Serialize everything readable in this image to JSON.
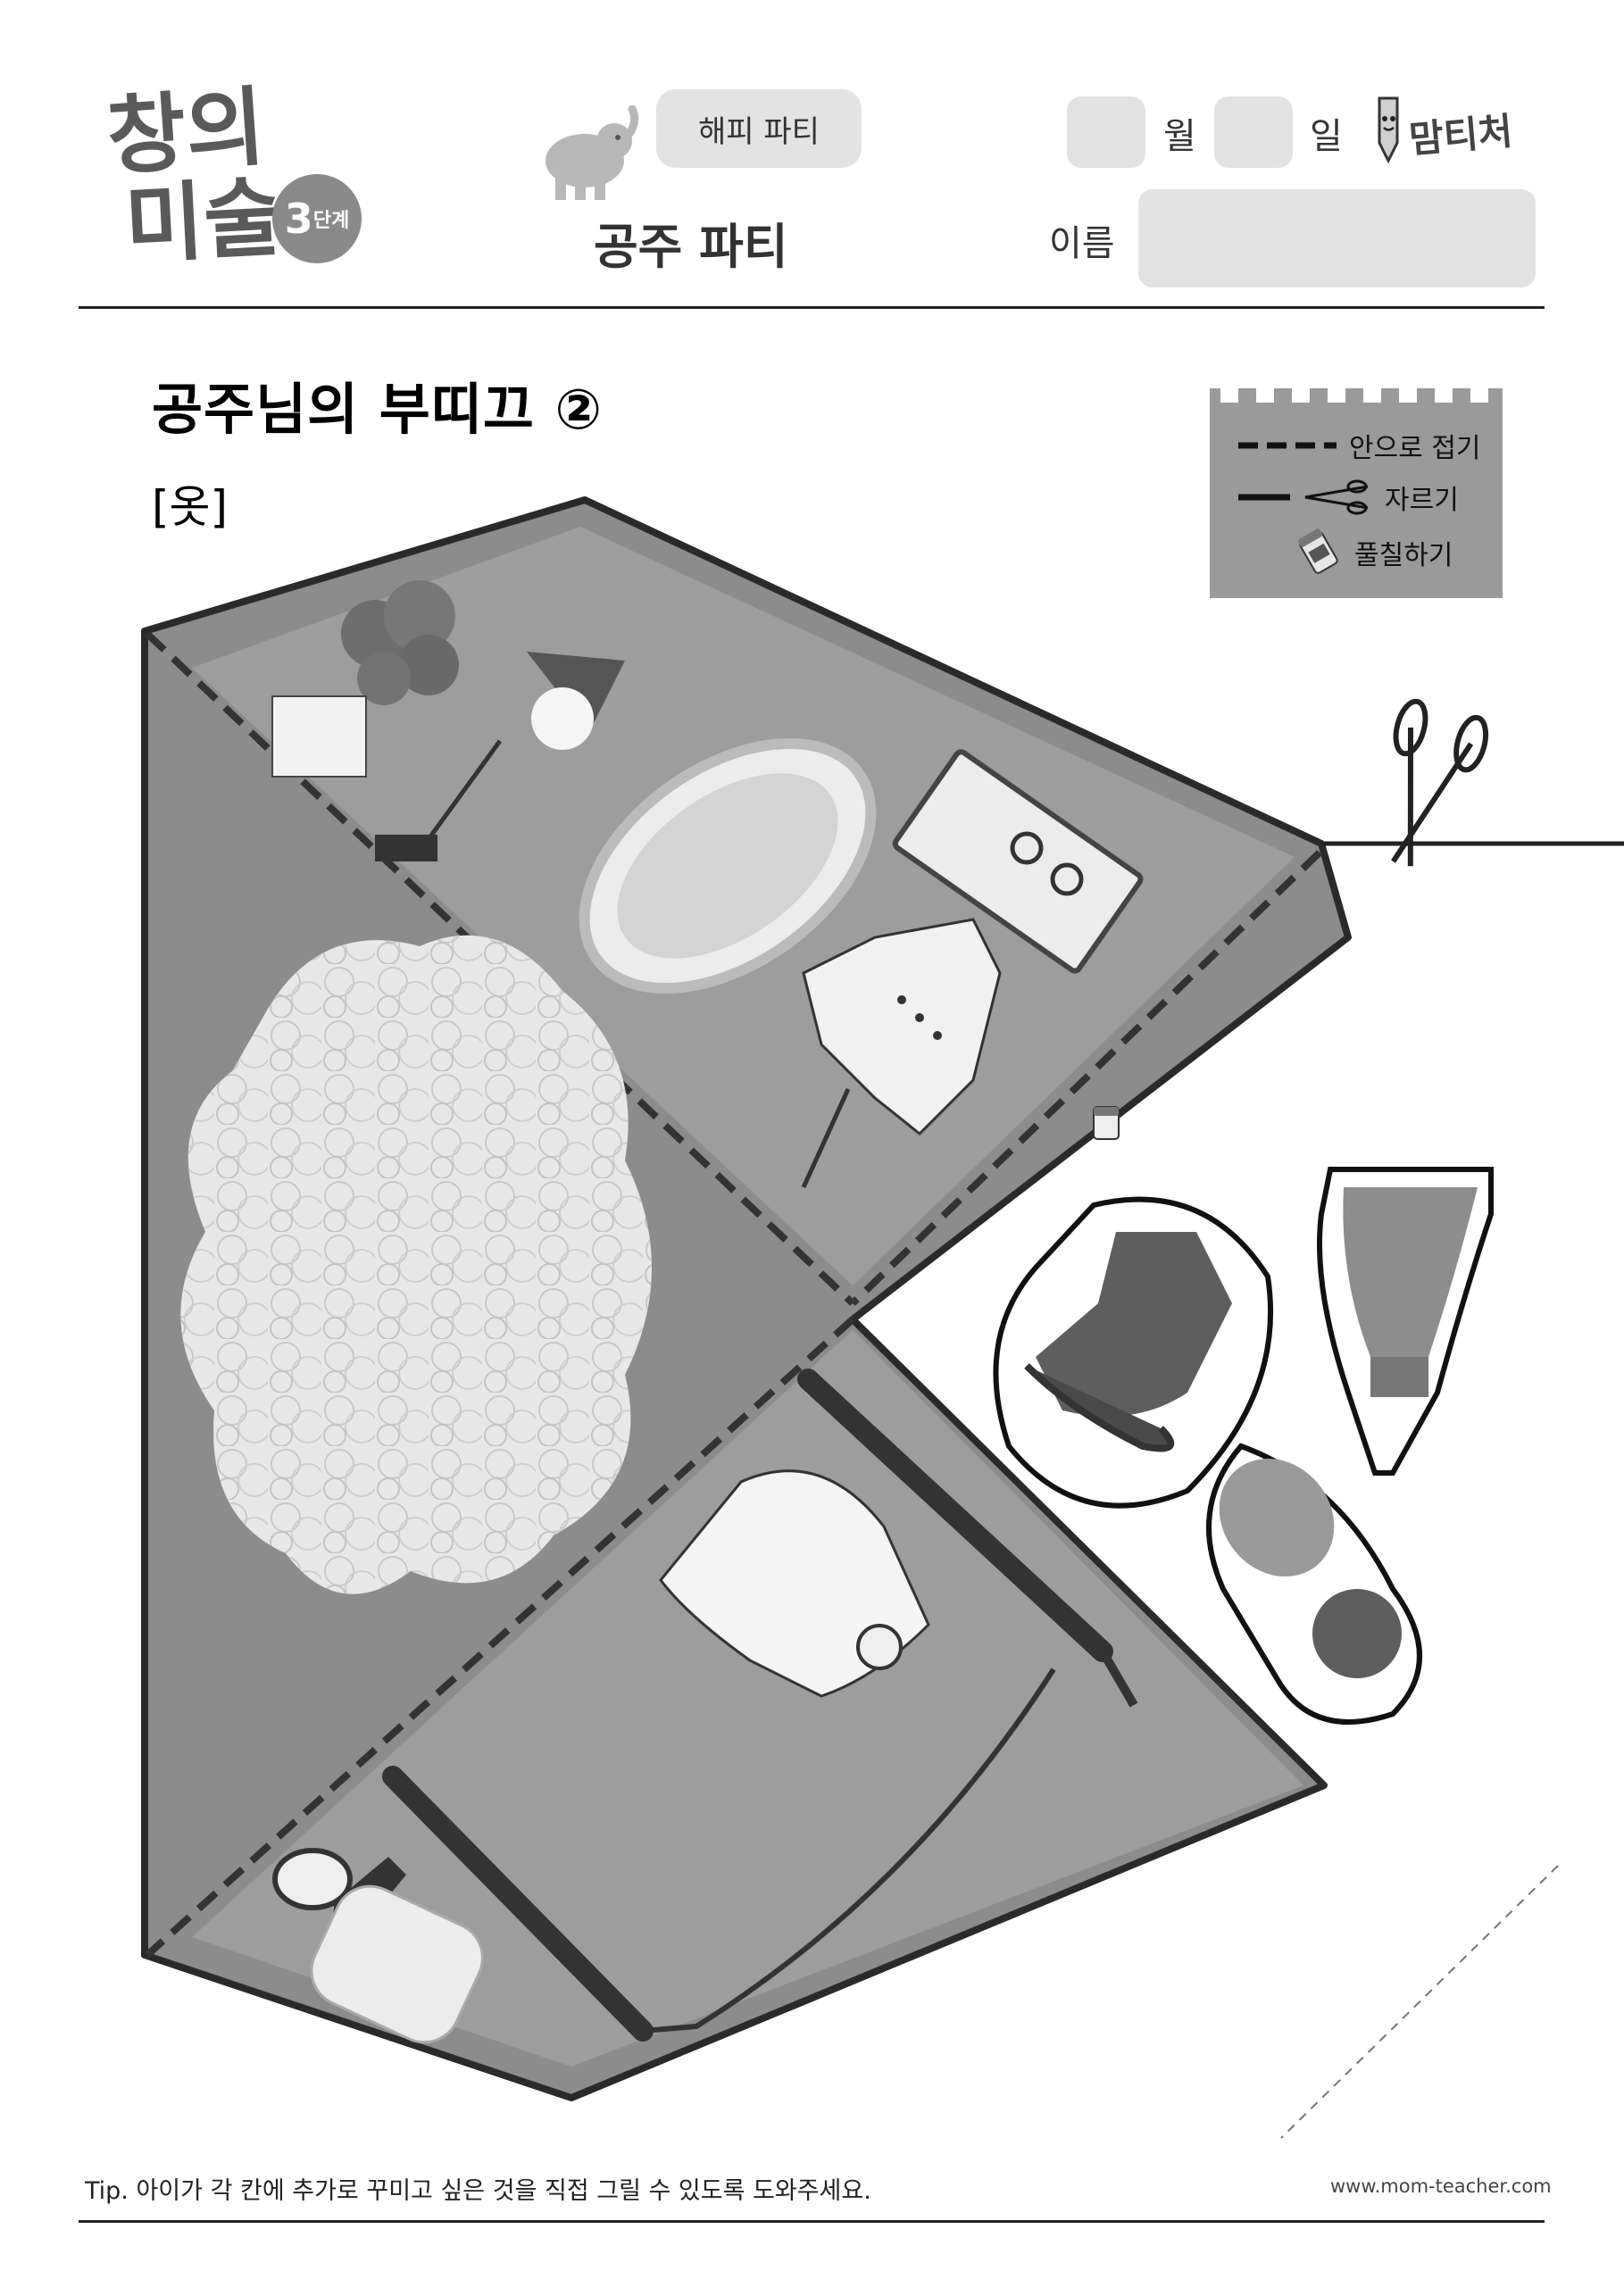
{
  "header": {
    "logo": {
      "line1": "창의",
      "line2": "미술",
      "badge_number": "3",
      "badge_label": "단계"
    },
    "theme_pill": "해피 파티",
    "subtitle": "공주 파티",
    "month_label": "월",
    "day_label": "일",
    "brand": "맘티처",
    "name_label": "이름"
  },
  "worksheet": {
    "title": "공주님의 부띠끄 ②",
    "section": "[옷]"
  },
  "legend": {
    "fold": "안으로 접기",
    "cut": "자르기",
    "glue": "풀칠하기"
  },
  "footer": {
    "tip": "Tip. 아이가 각 칸에 추가로 꾸미고 싶은 것을 직접 그릴 수 있도록 도와주세요.",
    "url": "www.mom-teacher.com"
  },
  "icons": [
    "elephant-icon",
    "pencil-mascot-icon",
    "scissors-icon",
    "glue-icon"
  ]
}
